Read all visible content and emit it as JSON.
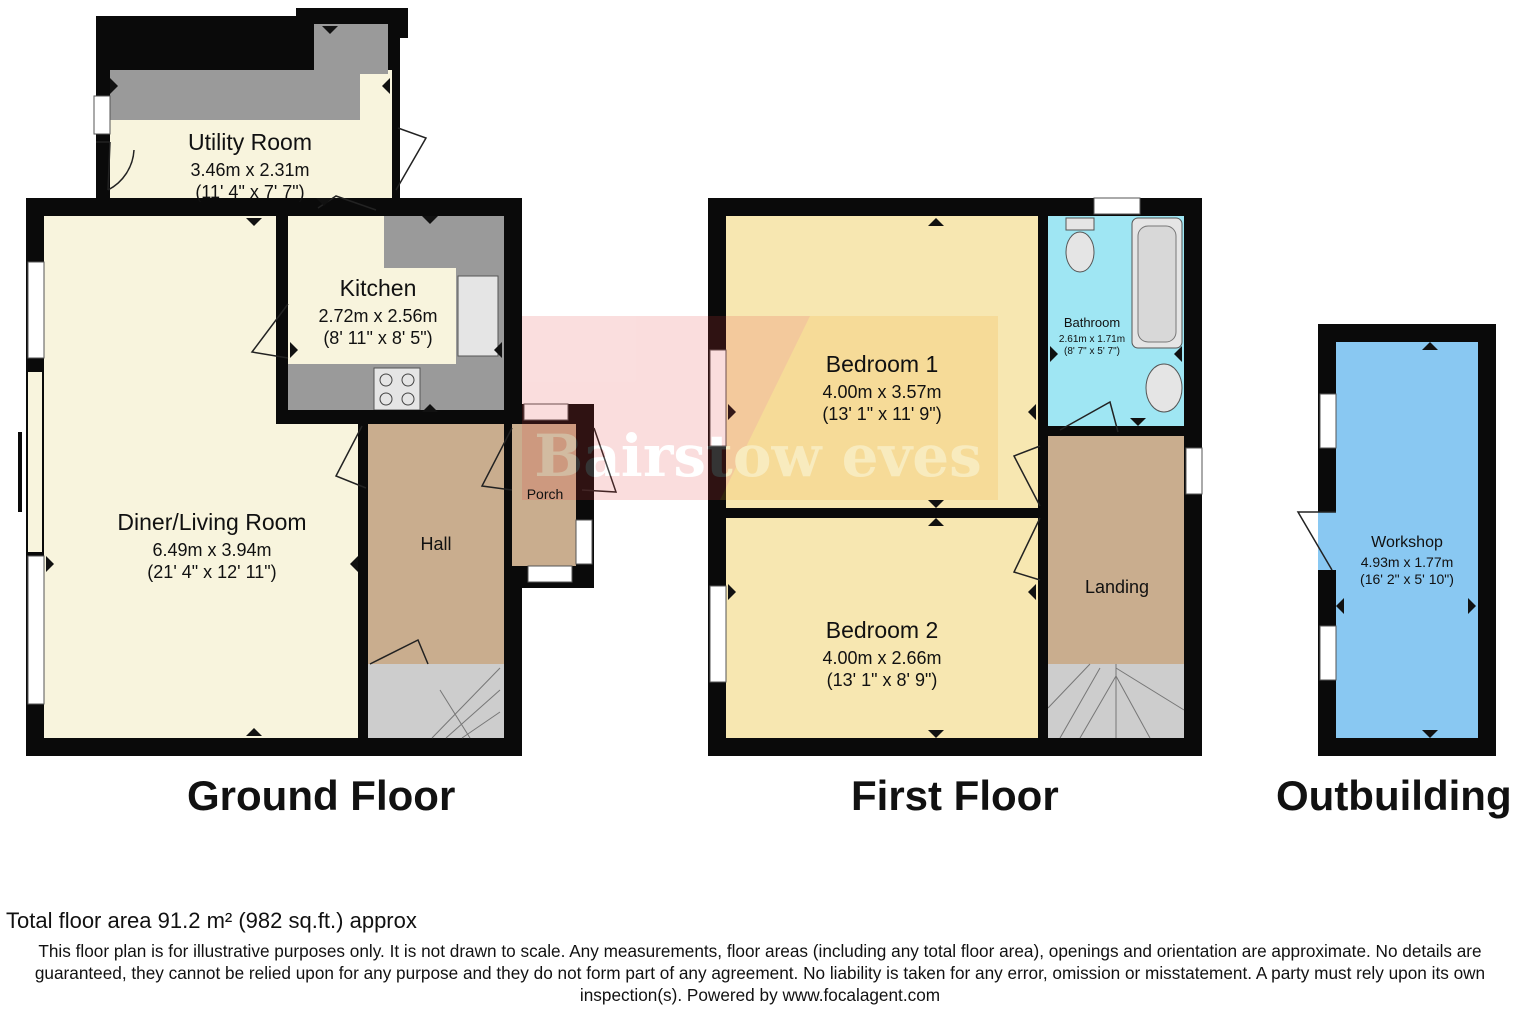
{
  "watermark": {
    "text": "Bairstow eves",
    "color": "#e23a3a"
  },
  "colors": {
    "wall": "#0a0a0a",
    "living_room": "#f8f4dd",
    "kitchen_units": "#9a9a9a",
    "hall": "#c9ad8e",
    "bedroom": "#f7e7b1",
    "bathroom": "#9fe6f3",
    "landing": "#c9ad8e",
    "workshop": "#89c8f2",
    "stairs": "#cdcdcd"
  },
  "floors": {
    "ground": {
      "title": "Ground Floor",
      "rooms": {
        "utility": {
          "name": "Utility Room",
          "metric": "3.46m x 2.31m",
          "imperial": "(11' 4\" x 7' 7\")"
        },
        "kitchen": {
          "name": "Kitchen",
          "metric": "2.72m x 2.56m",
          "imperial": "(8' 11\" x 8' 5\")"
        },
        "living": {
          "name": "Diner/Living Room",
          "metric": "6.49m x 3.94m",
          "imperial": "(21' 4\" x 12' 11\")"
        },
        "hall": {
          "name": "Hall"
        },
        "porch": {
          "name": "Porch"
        }
      }
    },
    "first": {
      "title": "First Floor",
      "rooms": {
        "bedroom1": {
          "name": "Bedroom 1",
          "metric": "4.00m x 3.57m",
          "imperial": "(13' 1\" x 11' 9\")"
        },
        "bedroom2": {
          "name": "Bedroom 2",
          "metric": "4.00m x 2.66m",
          "imperial": "(13' 1\" x 8' 9\")"
        },
        "bathroom": {
          "name": "Bathroom",
          "metric": "2.61m x 1.71m",
          "imperial": "(8' 7\" x 5' 7\")"
        },
        "landing": {
          "name": "Landing"
        }
      }
    },
    "outbuilding": {
      "title": "Outbuilding",
      "rooms": {
        "workshop": {
          "name": "Workshop",
          "metric": "4.93m x 1.77m",
          "imperial": "(16' 2\" x 5' 10\")"
        }
      }
    }
  },
  "footer": {
    "total_area": "Total floor area 91.2 m² (982 sq.ft.) approx",
    "disclaimer": "This floor plan is for illustrative purposes only. It is not drawn to scale. Any measurements, floor areas (including any total floor area), openings and orientation are approximate. No details are guaranteed, they cannot be relied upon for any purpose and they do not form part of any agreement. No liability is taken for any error, omission or misstatement. A party must rely upon its own inspection(s). Powered by www.focalagent.com"
  }
}
